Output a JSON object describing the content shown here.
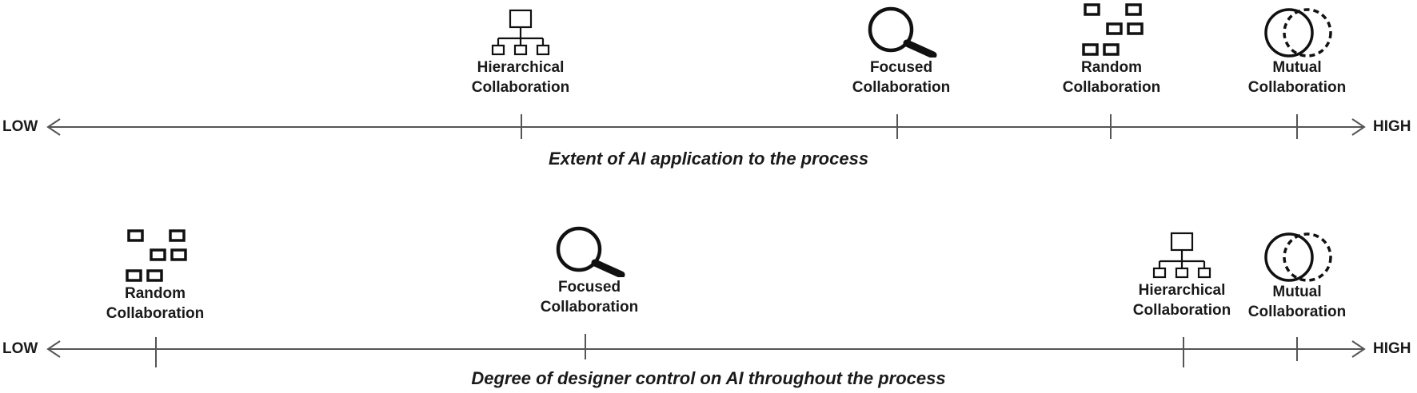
{
  "scales": [
    {
      "low_label": "LOW",
      "high_label": "HIGH",
      "title": "Extent of AI application to the process",
      "items": [
        {
          "line1": "Hierarchical",
          "line2": "Collaboration",
          "icon": "hierarchy-icon"
        },
        {
          "line1": "Focused",
          "line2": "Collaboration",
          "icon": "magnifier-icon"
        },
        {
          "line1": "Random",
          "line2": "Collaboration",
          "icon": "scattered-squares-icon"
        },
        {
          "line1": "Mutual",
          "line2": "Collaboration",
          "icon": "overlapping-circles-icon"
        }
      ]
    },
    {
      "low_label": "LOW",
      "high_label": "HIGH",
      "title": "Degree of designer control on AI throughout the process",
      "items": [
        {
          "line1": "Random",
          "line2": "Collaboration",
          "icon": "scattered-squares-icon"
        },
        {
          "line1": "Focused",
          "line2": "Collaboration",
          "icon": "magnifier-icon"
        },
        {
          "line1": "Hierarchical",
          "line2": "Collaboration",
          "icon": "hierarchy-icon"
        },
        {
          "line1": "Mutual",
          "line2": "Collaboration",
          "icon": "overlapping-circles-icon"
        }
      ]
    }
  ]
}
